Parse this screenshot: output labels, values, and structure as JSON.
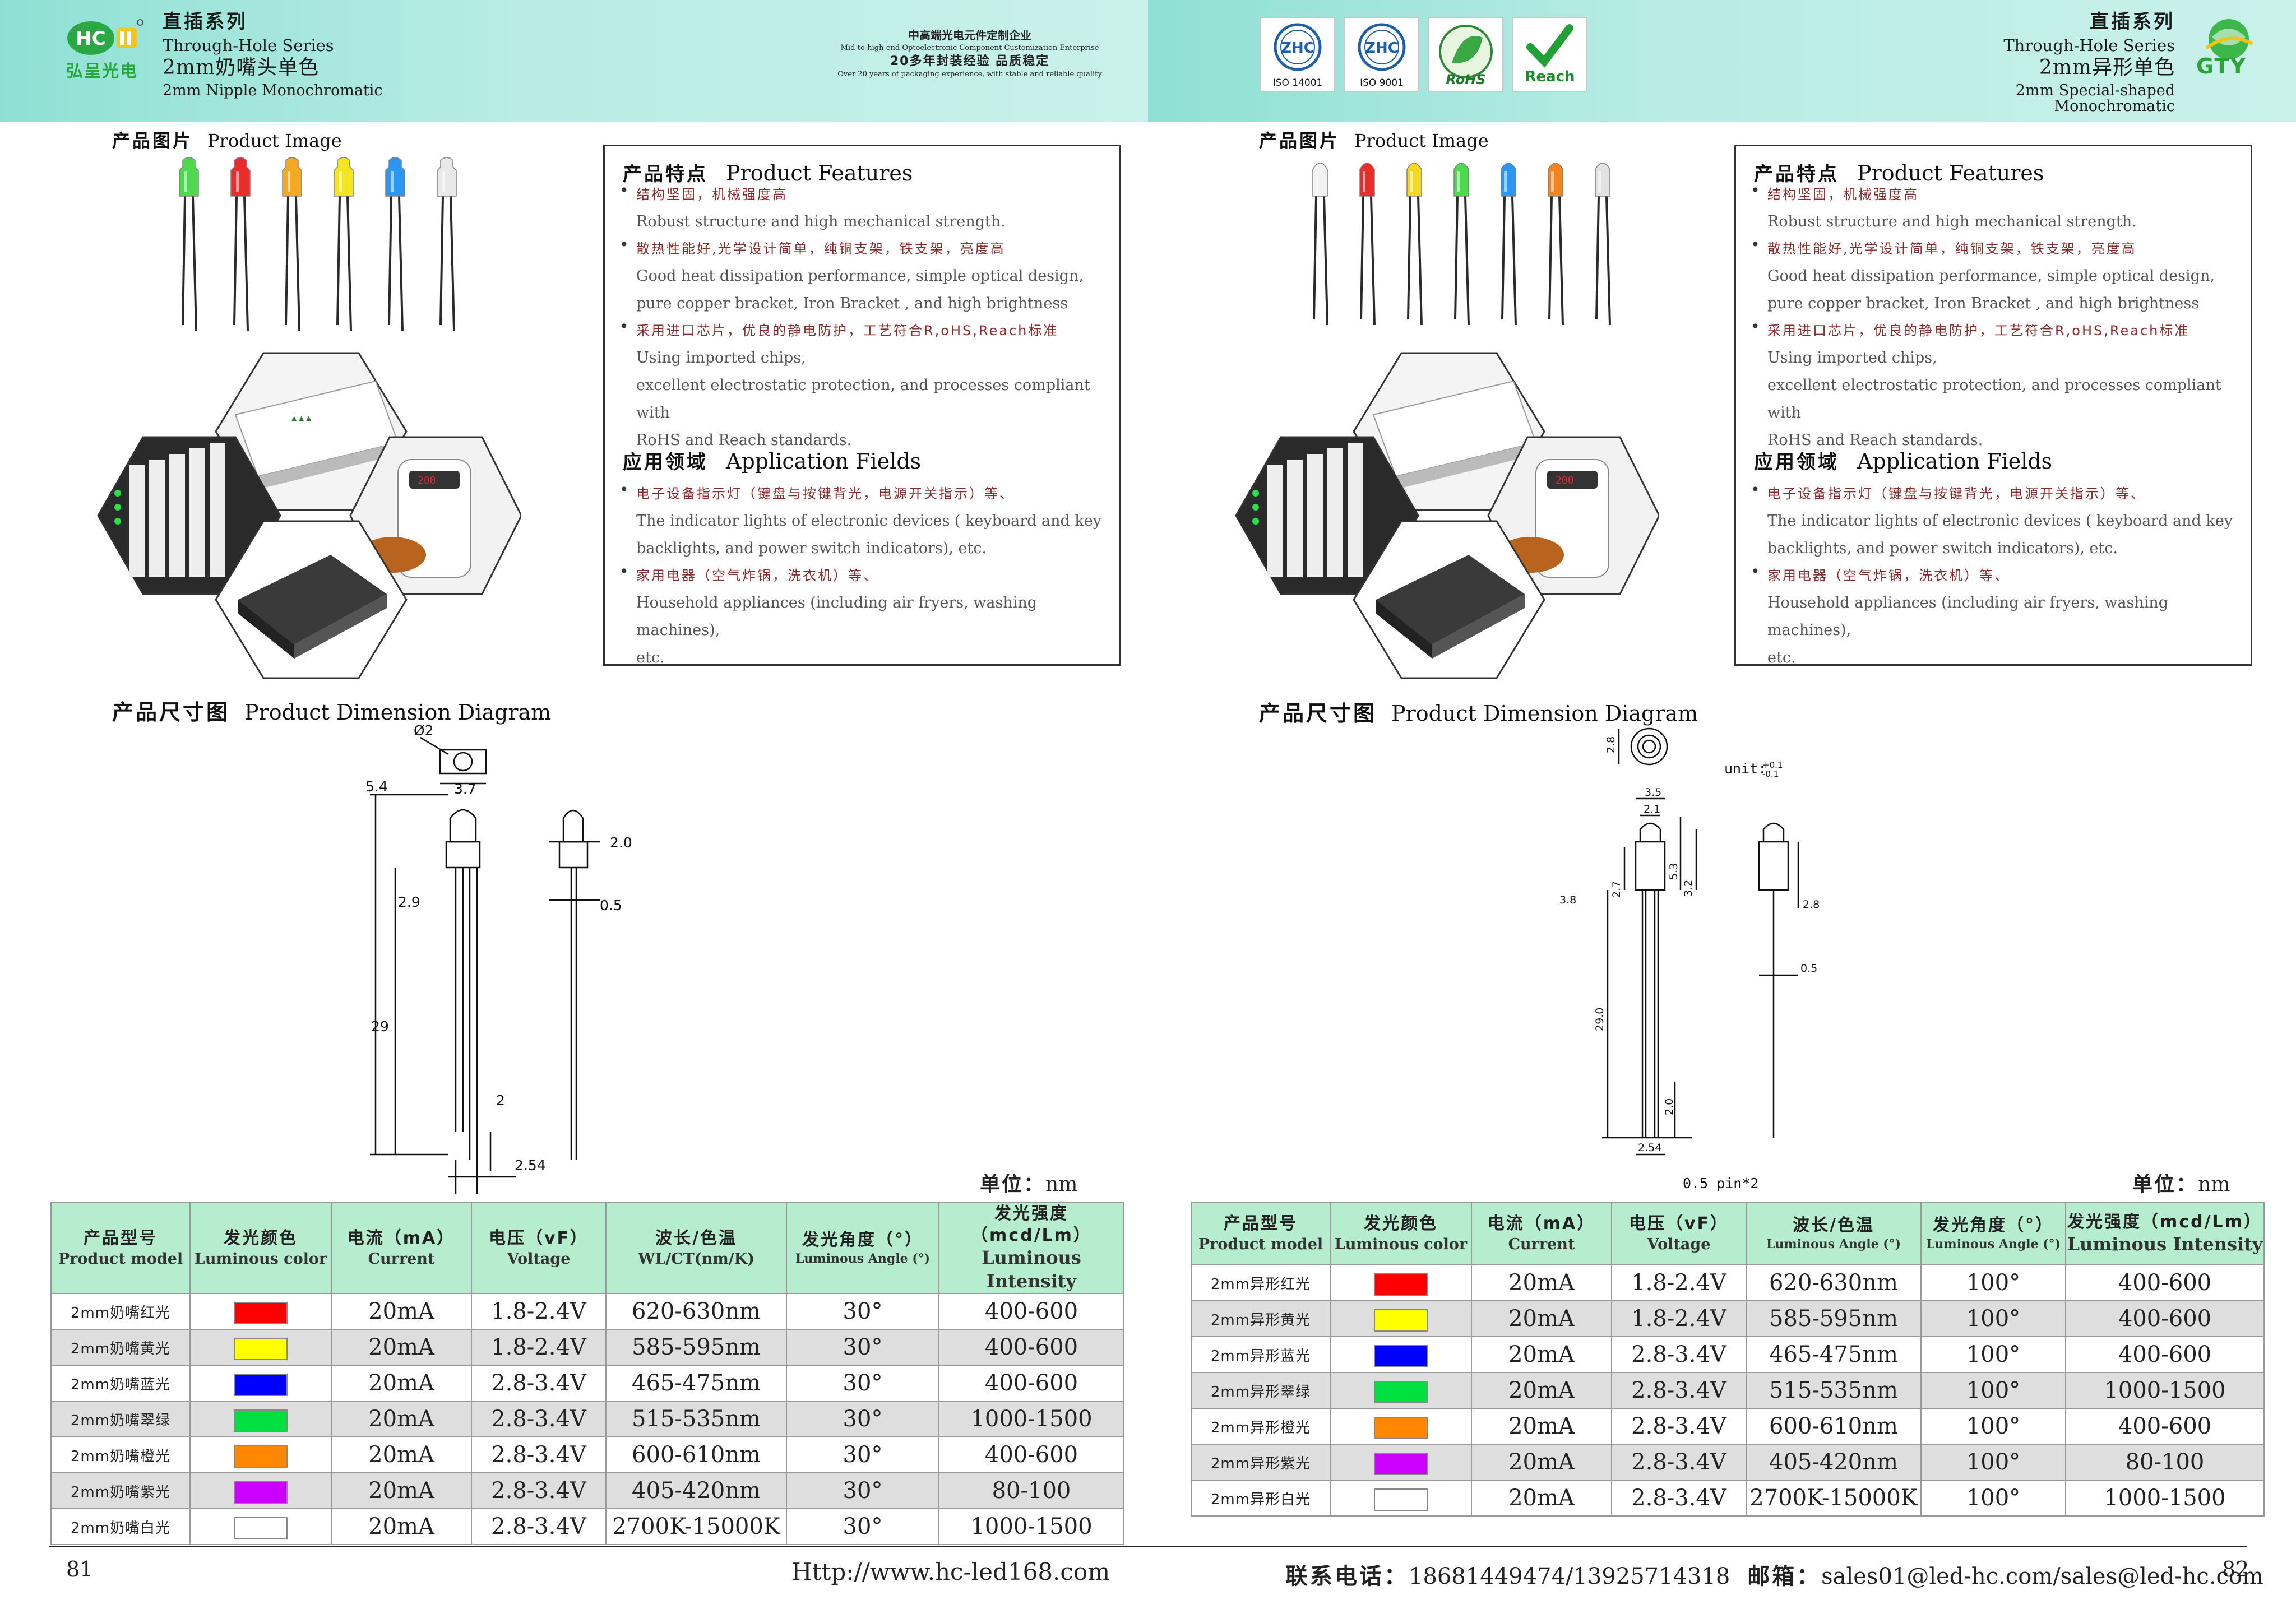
{
  "header": {
    "left": {
      "series_cn": "直插系列",
      "series_en": "Through-Hole Series",
      "product_cn": "2mm奶嘴头单色",
      "product_en": "2mm Nipple Monochromatic",
      "brand_name_cn": "弘呈光电",
      "brand_logo_letters": "HC",
      "logo_icon": "hc-logo-icon"
    },
    "center": {
      "slogan_cn1": "中高端光电元件定制企业",
      "slogan_en1": "Mid-to-high-end Optoelectronic Component Customization Enterprise",
      "slogan_cn2": "20多年封装经验 品质稳定",
      "slogan_en2": "Over 20 years of packaging experience, with stable and reliable quality"
    },
    "certs": [
      {
        "label": "ISO 14001",
        "icon": "zhc-cert-icon",
        "mark": "ZHC"
      },
      {
        "label": "ISO 9001",
        "icon": "zhc-cert-icon",
        "mark": "ZHC"
      },
      {
        "label": "",
        "icon": "rohs-leaf-icon",
        "mark": "RoHS"
      },
      {
        "label": "Reach",
        "icon": "reach-check-icon",
        "mark": ""
      }
    ],
    "right": {
      "series_cn": "直插系列",
      "series_en": "Through-Hole Series",
      "product_cn": "2mm异形单色",
      "product_en": "2mm Special-shaped Monochromatic",
      "brand_logo_text": "GTY",
      "logo_icon": "gty-globe-icon"
    },
    "colors": {
      "band": "#b8ece4",
      "brand_green": "#27a63c"
    }
  },
  "left_page": {
    "product_image": {
      "cn": "产品图片",
      "en": "Product Image"
    },
    "features": {
      "title_cn": "产品特点",
      "title_en": "Product Features",
      "items": [
        {
          "cn": "结构坚固，机械强度高",
          "en": [
            "Robust structure and high mechanical strength."
          ]
        },
        {
          "cn": "散热性能好,光学设计简单，纯铜支架，铁支架，亮度高",
          "en": [
            "Good heat dissipation performance, simple optical design,",
            "pure copper bracket, Iron Bracket , and high brightness"
          ]
        },
        {
          "cn": "采用进口芯片，优良的静电防护，工艺符合R,oHS,Reach标准",
          "en": [
            "Using imported chips,",
            "excellent electrostatic protection, and processes compliant with",
            "RoHS and Reach standards."
          ]
        }
      ],
      "app_title_cn": "应用领域",
      "app_title_en": "Application Fields",
      "app_items": [
        {
          "cn": "电子设备指示灯（键盘与按键背光，电源开关指示）等、",
          "en": [
            "The indicator lights of electronic devices ( keyboard and key",
            "backlights, and power switch indicators), etc."
          ]
        },
        {
          "cn": "家用电器（空气炸锅，洗衣机）等、",
          "en": [
            "Household appliances (including air fryers, washing machines),",
            "etc."
          ]
        }
      ]
    },
    "dimension": {
      "cn": "产品尺寸图",
      "en": "Product Dimension Diagram"
    },
    "drawing_labels": [
      "Ø2",
      "5.4",
      "3.7",
      "2.0",
      "2.9",
      "0.5",
      "29",
      "2",
      "2.54"
    ],
    "unit": {
      "cn": "单位：",
      "en": "nm"
    },
    "page_number": "81",
    "footer_url": "Http://www.hc-led168.com"
  },
  "right_page": {
    "product_image": {
      "cn": "产品图片",
      "en": "Product Image"
    },
    "features": {
      "title_cn": "产品特点",
      "title_en": "Product Features",
      "items": [
        {
          "cn": "结构坚固，机械强度高",
          "en": [
            "Robust structure and high mechanical strength."
          ]
        },
        {
          "cn": "散热性能好,光学设计简单，纯铜支架，铁支架，亮度高",
          "en": [
            "Good heat dissipation performance, simple optical design,",
            "pure copper bracket, Iron Bracket , and high brightness"
          ]
        },
        {
          "cn": "采用进口芯片，优良的静电防护，工艺符合R,oHS,Reach标准",
          "en": [
            "Using imported chips,",
            "excellent electrostatic protection, and processes compliant with",
            "RoHS and Reach standards."
          ]
        }
      ],
      "app_title_cn": "应用领域",
      "app_title_en": "Application Fields",
      "app_items": [
        {
          "cn": "电子设备指示灯（键盘与按键背光，电源开关指示）等、",
          "en": [
            "The indicator lights of electronic devices ( keyboard and key",
            "backlights, and power switch indicators), etc."
          ]
        },
        {
          "cn": "家用电器（空气炸锅，洗衣机）等、",
          "en": [
            "Household appliances (including air fryers, washing machines),",
            "etc."
          ]
        }
      ]
    },
    "dimension": {
      "cn": "产品尺寸图",
      "en": "Product Dimension Diagram"
    },
    "drawing_labels": [
      "2.8",
      "unit:",
      "+0.1",
      "-0.1",
      "3.5",
      "2.1",
      "3.8",
      "2.7",
      "5.3",
      "3.2",
      "2.8",
      "0.5",
      "29.0",
      "2.0",
      "2.54",
      "0.5 pin*2"
    ],
    "unit": {
      "cn": "单位：",
      "en": "nm"
    },
    "page_number": "82",
    "footer_contact": {
      "label_cn": "联系电话：",
      "phone": "18681449474/13925714318",
      "mail_cn": "邮箱：",
      "email": "sales01@led-hc.com/sales@led-hc.com"
    }
  },
  "table_headers": [
    {
      "cn": "产品型号",
      "en": "Product model"
    },
    {
      "cn": "发光颜色",
      "en": "Luminous color"
    },
    {
      "cn": "电流（mA）",
      "en": "Current"
    },
    {
      "cn": "电压（vF）",
      "en": "Voltage"
    },
    {
      "cn": "波长/色温",
      "en": "WL/CT(nm/K)",
      "en_right": "Luminous Angle (°)"
    },
    {
      "cn": "发光角度（°）",
      "en": "Luminous Angle (°)"
    },
    {
      "cn": "发光强度（mcd/Lm）",
      "en": "Luminous Intensity"
    }
  ],
  "left_table": [
    {
      "model": "2mm奶嘴红光",
      "color": "#ff0000",
      "current": "20mA",
      "voltage": "1.8-2.4V",
      "wl": "620-630nm",
      "angle": "30°",
      "intensity": "400-600"
    },
    {
      "model": "2mm奶嘴黄光",
      "color": "#ffff00",
      "current": "20mA",
      "voltage": "1.8-2.4V",
      "wl": "585-595nm",
      "angle": "30°",
      "intensity": "400-600"
    },
    {
      "model": "2mm奶嘴蓝光",
      "color": "#0000ff",
      "current": "20mA",
      "voltage": "2.8-3.4V",
      "wl": "465-475nm",
      "angle": "30°",
      "intensity": "400-600"
    },
    {
      "model": "2mm奶嘴翠绿",
      "color": "#00e040",
      "current": "20mA",
      "voltage": "2.8-3.4V",
      "wl": "515-535nm",
      "angle": "30°",
      "intensity": "1000-1500"
    },
    {
      "model": "2mm奶嘴橙光",
      "color": "#ff8800",
      "current": "20mA",
      "voltage": "2.8-3.4V",
      "wl": "600-610nm",
      "angle": "30°",
      "intensity": "400-600"
    },
    {
      "model": "2mm奶嘴紫光",
      "color": "#cc00ff",
      "current": "20mA",
      "voltage": "2.8-3.4V",
      "wl": "405-420nm",
      "angle": "30°",
      "intensity": "80-100"
    },
    {
      "model": "2mm奶嘴白光",
      "color": "#ffffff",
      "current": "20mA",
      "voltage": "2.8-3.4V",
      "wl": "2700K-15000K",
      "angle": "30°",
      "intensity": "1000-1500"
    }
  ],
  "right_table": [
    {
      "model": "2mm异形红光",
      "color": "#ff0000",
      "current": "20mA",
      "voltage": "1.8-2.4V",
      "wl": "620-630nm",
      "angle": "100°",
      "intensity": "400-600"
    },
    {
      "model": "2mm异形黄光",
      "color": "#ffff00",
      "current": "20mA",
      "voltage": "1.8-2.4V",
      "wl": "585-595nm",
      "angle": "100°",
      "intensity": "400-600"
    },
    {
      "model": "2mm异形蓝光",
      "color": "#0000ff",
      "current": "20mA",
      "voltage": "2.8-3.4V",
      "wl": "465-475nm",
      "angle": "100°",
      "intensity": "400-600"
    },
    {
      "model": "2mm异形翠绿",
      "color": "#00e040",
      "current": "20mA",
      "voltage": "2.8-3.4V",
      "wl": "515-535nm",
      "angle": "100°",
      "intensity": "1000-1500"
    },
    {
      "model": "2mm异形橙光",
      "color": "#ff8800",
      "current": "20mA",
      "voltage": "2.8-3.4V",
      "wl": "600-610nm",
      "angle": "100°",
      "intensity": "400-600"
    },
    {
      "model": "2mm异形紫光",
      "color": "#cc00ff",
      "current": "20mA",
      "voltage": "2.8-3.4V",
      "wl": "405-420nm",
      "angle": "100°",
      "intensity": "80-100"
    },
    {
      "model": "2mm异形白光",
      "color": "#ffffff",
      "current": "20mA",
      "voltage": "2.8-3.4V",
      "wl": "2700K-15000K",
      "angle": "100°",
      "intensity": "1000-1500"
    }
  ],
  "led_colors_left": [
    "#3fd63f",
    "#e81c1c",
    "#f2a20f",
    "#f2e30f",
    "#1a8ff0",
    "#e8e8e8"
  ],
  "led_colors_right": [
    "#f2f2f2",
    "#e81c1c",
    "#f2d60f",
    "#3fd63f",
    "#1a8ff0",
    "#f27a0f",
    "#e0e0e0"
  ]
}
